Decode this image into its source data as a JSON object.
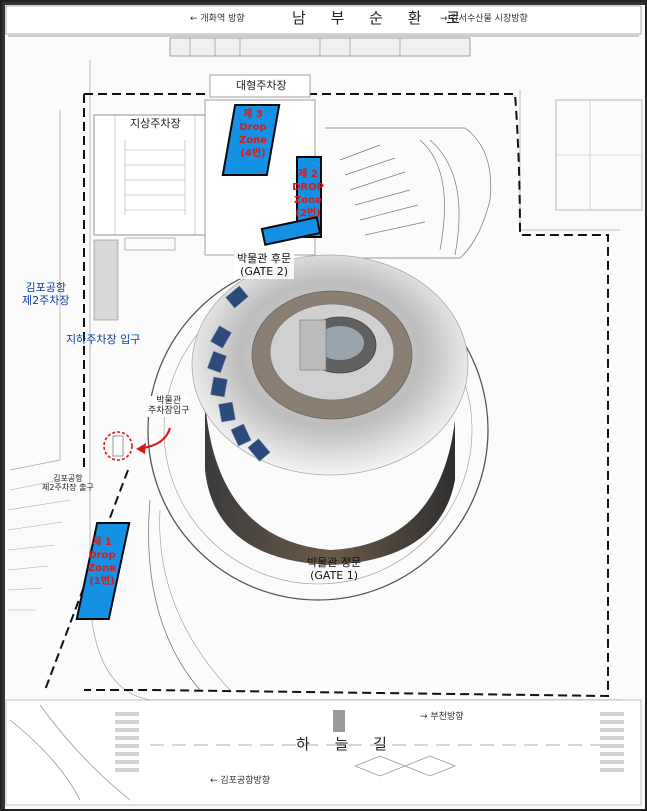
{
  "roads": {
    "top_name": "남 부 순 환 로",
    "top_left_dir": "← 개화역 방향",
    "top_right_dir": "→ 강서수산물 시장방향",
    "bottom_name": "하 늘 길",
    "bottom_right_dir": "→ 부천방향",
    "bottom_left_dir": "← 김포공항방향"
  },
  "parking": {
    "large": "대형주차장",
    "surface": "지상주차장",
    "gimpo_lot": "김포공항\n제2주차장",
    "underground_entrance": "지하주차장 입구",
    "museum_parking_entrance": "박물관\n주차장입구",
    "gimpo_exit": "김포공항\n제2주차장 출구"
  },
  "gates": {
    "rear": "박물관 후문\n(GATE 2)",
    "main": "박물관 정문\n(GATE 1)"
  },
  "drop_zones": [
    {
      "id": "drop-zone-3",
      "label": "제 3\nDrop\nZone\n(4번)"
    },
    {
      "id": "drop-zone-2",
      "label": "제 2\nDROP\nZone\n(2번)"
    },
    {
      "id": "drop-zone-1",
      "label": "제 1\nDrop\nZone\n(1번)"
    }
  ],
  "colors": {
    "drop_zone_fill": "#1591e4",
    "drop_zone_text": "#d81b1b",
    "boundary": "#111111",
    "entrance_arrow": "#d81b1b"
  }
}
